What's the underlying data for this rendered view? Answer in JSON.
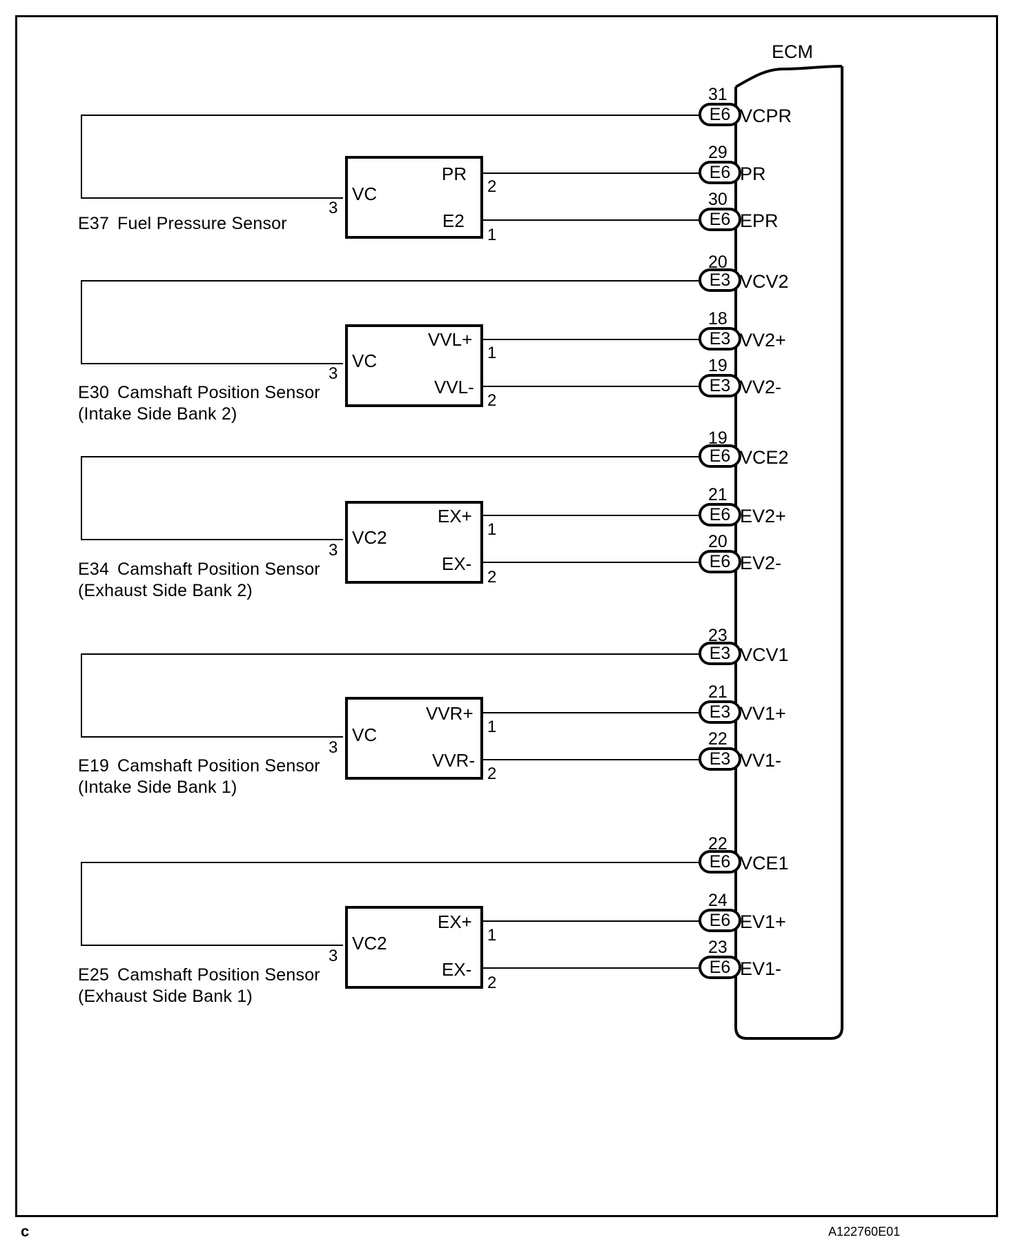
{
  "figure": {
    "ecm_title": "ECM",
    "figure_id": "A122760E01",
    "corner_mark": "c"
  },
  "groups": [
    {
      "id": "group-fuel-pressure",
      "sensor_code": "E37",
      "sensor_name": "Fuel Pressure Sensor",
      "sensor_sub": "",
      "box_left_label": "VC",
      "box_left_pin": "3",
      "outputs": [
        {
          "box_label": "PR",
          "box_pin": "2",
          "ecm_num": "29",
          "ecm_conn": "E6",
          "ecm_sig": "PR"
        },
        {
          "box_label": "E2",
          "box_pin": "1",
          "ecm_num": "30",
          "ecm_conn": "E6",
          "ecm_sig": "EPR"
        }
      ],
      "supply": {
        "ecm_num": "31",
        "ecm_conn": "E6",
        "ecm_sig": "VCPR"
      }
    },
    {
      "id": "group-cmp-intake-bank2",
      "sensor_code": "E30",
      "sensor_name": "Camshaft Position Sensor",
      "sensor_sub": "(Intake Side Bank 2)",
      "box_left_label": "VC",
      "box_left_pin": "3",
      "outputs": [
        {
          "box_label": "VVL+",
          "box_pin": "1",
          "ecm_num": "18",
          "ecm_conn": "E3",
          "ecm_sig": "VV2+"
        },
        {
          "box_label": "VVL-",
          "box_pin": "2",
          "ecm_num": "19",
          "ecm_conn": "E3",
          "ecm_sig": "VV2-"
        }
      ],
      "supply": {
        "ecm_num": "20",
        "ecm_conn": "E3",
        "ecm_sig": "VCV2"
      }
    },
    {
      "id": "group-cmp-exhaust-bank2",
      "sensor_code": "E34",
      "sensor_name": "Camshaft Position Sensor",
      "sensor_sub": "(Exhaust Side Bank 2)",
      "box_left_label": "VC2",
      "box_left_pin": "3",
      "outputs": [
        {
          "box_label": "EX+",
          "box_pin": "1",
          "ecm_num": "21",
          "ecm_conn": "E6",
          "ecm_sig": "EV2+"
        },
        {
          "box_label": "EX-",
          "box_pin": "2",
          "ecm_num": "20",
          "ecm_conn": "E6",
          "ecm_sig": "EV2-"
        }
      ],
      "supply": {
        "ecm_num": "19",
        "ecm_conn": "E6",
        "ecm_sig": "VCE2"
      }
    },
    {
      "id": "group-cmp-intake-bank1",
      "sensor_code": "E19",
      "sensor_name": "Camshaft Position Sensor",
      "sensor_sub": "(Intake Side Bank 1)",
      "box_left_label": "VC",
      "box_left_pin": "3",
      "outputs": [
        {
          "box_label": "VVR+",
          "box_pin": "1",
          "ecm_num": "21",
          "ecm_conn": "E3",
          "ecm_sig": "VV1+"
        },
        {
          "box_label": "VVR-",
          "box_pin": "2",
          "ecm_num": "22",
          "ecm_conn": "E3",
          "ecm_sig": "VV1-"
        }
      ],
      "supply": {
        "ecm_num": "23",
        "ecm_conn": "E3",
        "ecm_sig": "VCV1"
      }
    },
    {
      "id": "group-cmp-exhaust-bank1",
      "sensor_code": "E25",
      "sensor_name": "Camshaft Position Sensor",
      "sensor_sub": "(Exhaust Side Bank 1)",
      "box_left_label": "VC2",
      "box_left_pin": "3",
      "outputs": [
        {
          "box_label": "EX+",
          "box_pin": "1",
          "ecm_num": "24",
          "ecm_conn": "E6",
          "ecm_sig": "EV1+"
        },
        {
          "box_label": "EX-",
          "box_pin": "2",
          "ecm_num": "23",
          "ecm_conn": "E6",
          "ecm_sig": "EV1-"
        }
      ],
      "supply": {
        "ecm_num": "22",
        "ecm_conn": "E6",
        "ecm_sig": "VCE1"
      }
    }
  ]
}
